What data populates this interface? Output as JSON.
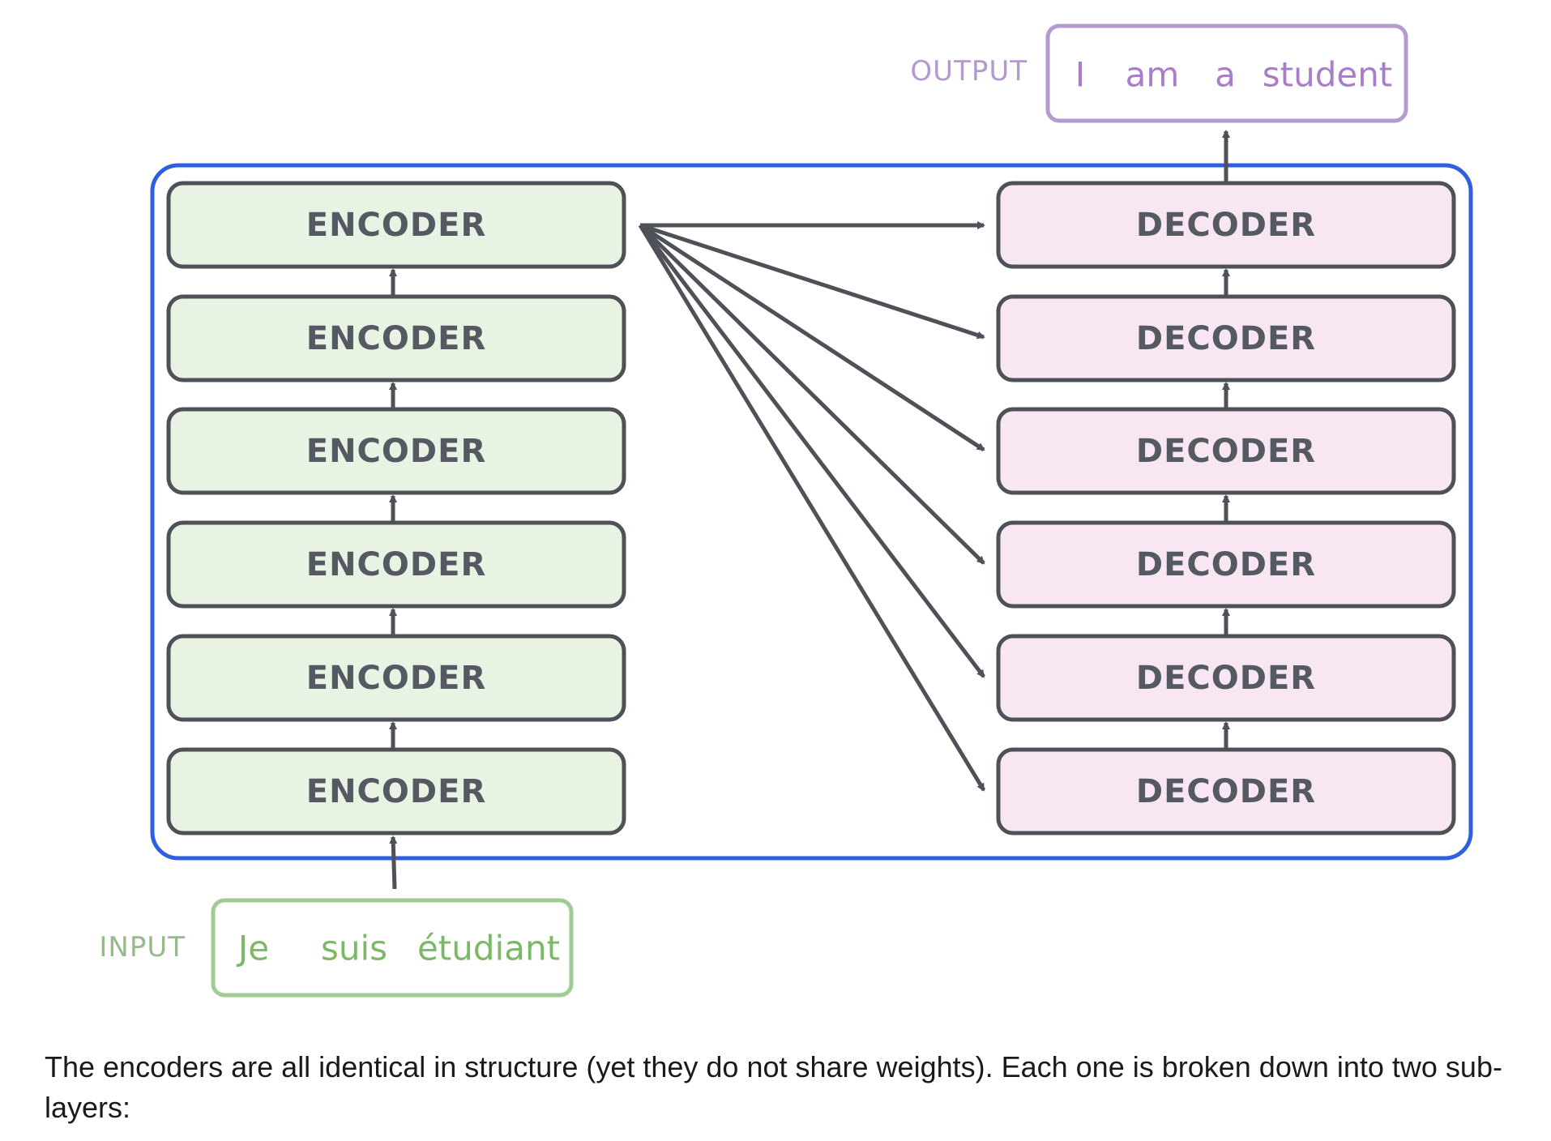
{
  "diagram": {
    "output": {
      "label": "OUTPUT",
      "words": [
        "I",
        "am",
        "a",
        "student"
      ]
    },
    "input": {
      "label": "INPUT",
      "words": [
        "Je",
        "suis",
        "étudiant"
      ]
    },
    "encoders": [
      "ENCODER",
      "ENCODER",
      "ENCODER",
      "ENCODER",
      "ENCODER",
      "ENCODER"
    ],
    "decoders": [
      "DECODER",
      "DECODER",
      "DECODER",
      "DECODER",
      "DECODER",
      "DECODER"
    ],
    "colors": {
      "container_border": "#2f5fe0",
      "encoder_fill": "#e8f3e4",
      "decoder_fill": "#f8e7f2",
      "box_border": "#4e5258",
      "arrow": "#4e5258",
      "output_accent": "#a97ec9",
      "output_label": "#b49acb",
      "input_accent": "#7cb966",
      "input_label": "#97ba8c",
      "input_border": "#9fcb94"
    }
  },
  "caption": "The encoders are all identical in structure (yet they do not share weights). Each one is broken down into two sub-layers:"
}
